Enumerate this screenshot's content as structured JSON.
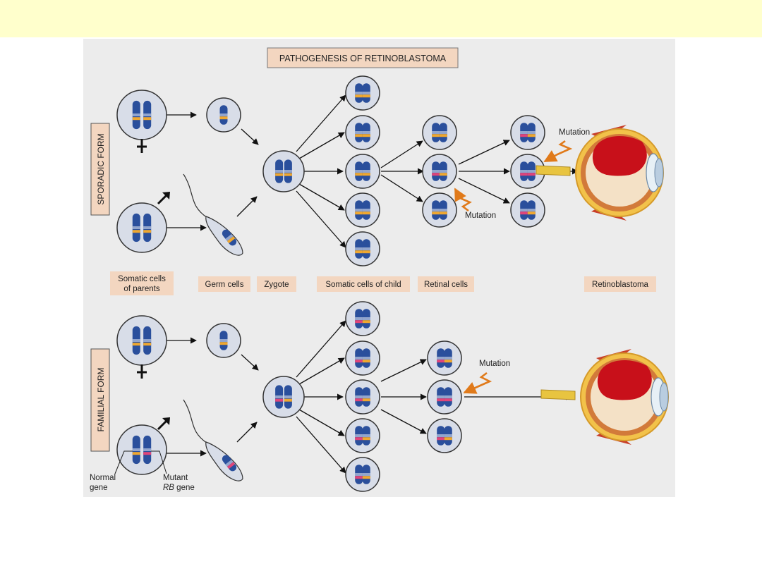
{
  "title": "PATHOGENESIS OF RETINOBLASTOMA",
  "sections": {
    "sporadic": "SPORADIC FORM",
    "familial": "FAMILIAL FORM"
  },
  "stage_labels": {
    "somatic_parents_line1": "Somatic cells",
    "somatic_parents_line2": "of parents",
    "germ": "Germ cells",
    "zygote": "Zygote",
    "somatic_child": "Somatic cells of child",
    "retinal": "Retinal cells",
    "retinoblastoma": "Retinoblastoma"
  },
  "annotations": {
    "mutation": "Mutation",
    "normal_gene_line1": "Normal",
    "normal_gene_line2": "gene",
    "mutant_line1": "Mutant",
    "mutant_rb": "RB",
    "mutant_gene": " gene"
  },
  "symbols": {
    "female": "female-symbol",
    "male": "male-symbol"
  },
  "colors": {
    "chromosome": "#2a4f9c",
    "normal_gene": "#f0a830",
    "mutant_gene": "#e0457a",
    "cell_fill": "#d8dde8",
    "label_box": "#f3d6c0",
    "header_band": "#ffffcc",
    "panel": "#ececec",
    "mutation_arrow": "#e07a1a",
    "tumor": "#c8101a"
  }
}
